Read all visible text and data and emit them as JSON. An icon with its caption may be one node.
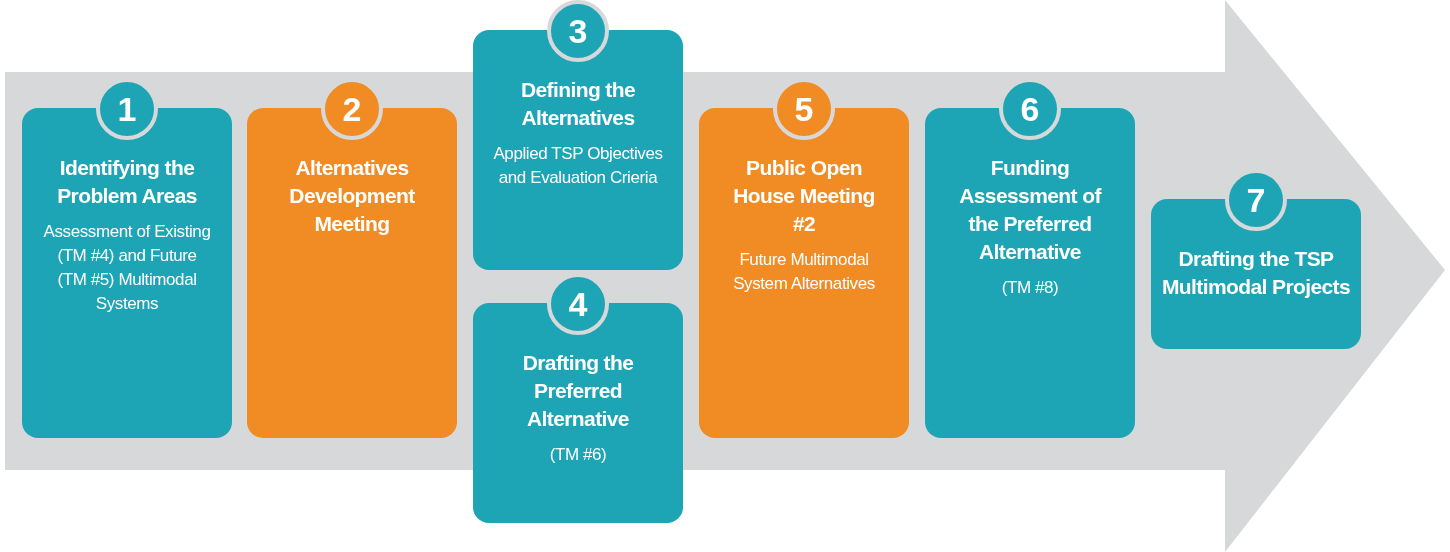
{
  "diagram": {
    "nodes": [
      {
        "text": [
          "1",
          "Identifying the Problem Areas",
          "Assessment of Existing (TM #4) and Future (TM #5) Multimodal Systems"
        ]
      },
      {
        "text": [
          "2",
          "Alternatives Development Meeting"
        ]
      },
      {
        "text": [
          "3",
          "Defining the Alternatives",
          "Applied TSP Objectives and Evaluation Crieria"
        ]
      },
      {
        "text": [
          "4",
          "Drafting the Preferred Alternative",
          "(TM #6)"
        ]
      },
      {
        "text": [
          "5",
          "Public Open House Meeting #2",
          "Future Multimodal System Alternatives"
        ]
      },
      {
        "text": [
          "6",
          "Funding Assessment of the Preferred Alternative",
          "(TM #8)"
        ]
      },
      {
        "text": [
          "7",
          "Drafting the TSP Multimodal Projects"
        ]
      }
    ]
  }
}
